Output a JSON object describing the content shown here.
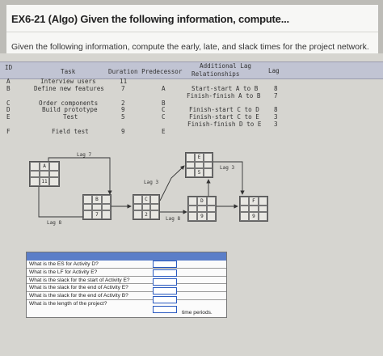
{
  "header": {
    "title": "EX6-21 (Algo) Given the following information, compute...",
    "instruction": "Given the following information, compute the early, late, and slack times for the project network."
  },
  "activity_table": {
    "columns": {
      "id": "ID",
      "task": "Task",
      "duration_predecessor": "Duration Predecessor",
      "additional_lag": "Additional Lag",
      "relationships": "Relationships",
      "lag": "Lag"
    },
    "rows": [
      {
        "id": "A",
        "task": "Interview users",
        "duration": "11",
        "predecessor": "",
        "relationship": "",
        "lag": ""
      },
      {
        "id": "B",
        "task": "Define new features",
        "duration": "7",
        "predecessor": "A",
        "relationship": "Start-start A to B",
        "lag": "8"
      },
      {
        "id": "",
        "task": "",
        "duration": "",
        "predecessor": "",
        "relationship": "Finish-finish A to B",
        "lag": "7"
      },
      {
        "id": "C",
        "task": "Order components",
        "duration": "2",
        "predecessor": "B",
        "relationship": "",
        "lag": ""
      },
      {
        "id": "D",
        "task": "Build prototype",
        "duration": "9",
        "predecessor": "C",
        "relationship": "Finish-start C to D",
        "lag": "8"
      },
      {
        "id": "E",
        "task": "Test",
        "duration": "5",
        "predecessor": "C",
        "relationship": "Finish-start C to E",
        "lag": "3"
      },
      {
        "id": "",
        "task": "",
        "duration": "",
        "predecessor": "",
        "relationship": "Finish-finish D to E",
        "lag": "3"
      },
      {
        "id": "F",
        "task": "Field test",
        "duration": "9",
        "predecessor": "E",
        "relationship": "",
        "lag": ""
      }
    ]
  },
  "network": {
    "nodes": {
      "A": {
        "name": "A",
        "duration": "11"
      },
      "B": {
        "name": "B",
        "duration": "7"
      },
      "C": {
        "name": "C",
        "duration": "2"
      },
      "D": {
        "name": "D",
        "duration": "9"
      },
      "E": {
        "name": "E",
        "duration": "5"
      },
      "F": {
        "name": "F",
        "duration": "9"
      }
    },
    "lags": {
      "ab_top": "Lag 7",
      "ab_bottom": "Lag 8",
      "cd": "Lag 8",
      "ce": "Lag 3",
      "de": "Lag 3"
    }
  },
  "questions": {
    "items": [
      "What is the ES for Activity D?",
      "What is the LF for Activity E?",
      "What is the slack for the start of Activity E?",
      "What is the slack for the end of Activity E?",
      "What is the slack for the end of Activity B?",
      "What is the length of the project?"
    ],
    "answers": [
      "",
      "",
      "",
      "",
      "",
      ""
    ],
    "unit": "time periods."
  },
  "colors": {
    "question_header": "#5b7ec8",
    "input_border": "#2a5ac0",
    "table_header": "#c1c4d3"
  }
}
